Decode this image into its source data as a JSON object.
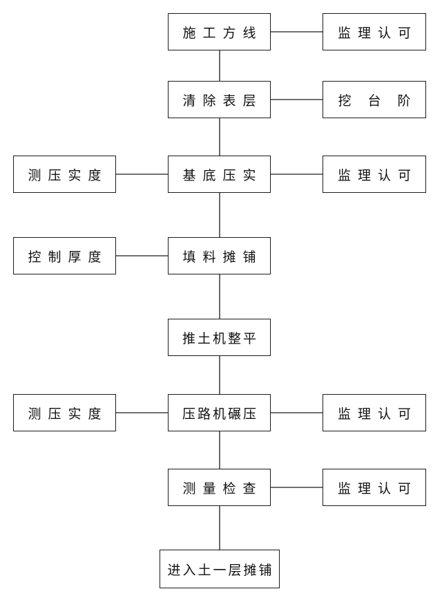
{
  "main_steps": [
    "施工方线",
    "清除表层",
    "基底压实",
    "填料摊铺",
    "推土机整平",
    "压路机碾压",
    "测量检查",
    "进入土一层摊铺"
  ],
  "right_notes": [
    "监理认可",
    "挖台阶",
    "监理认可",
    "监理认可",
    "监理认可"
  ],
  "left_notes": [
    "测压实度",
    "控制厚度",
    "测压实度"
  ],
  "colors": {
    "line": "#1a1a1a",
    "text": "#111111",
    "background": "#ffffff"
  }
}
